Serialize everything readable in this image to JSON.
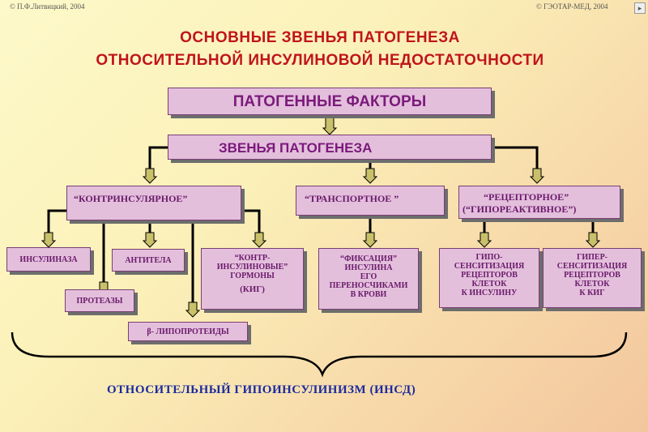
{
  "header": {
    "copyright_left": "© П.Ф.Литвицкий, 2004",
    "copyright_right": "© ГЭОТАР-МЕД, 2004"
  },
  "title": {
    "line1": "ОСНОВНЫЕ ЗВЕНЬЯ ПАТОГЕНЕЗА",
    "line2": "ОТНОСИТЕЛЬНОЙ   ИНСУЛИНОВОЙ НЕДОСТАТОЧНОСТИ"
  },
  "nodes": {
    "pathogenic_factors": "ПАТОГЕННЫЕ  ФАКТОРЫ",
    "pathogenesis_links": "ЗВЕНЬЯ  ПАТОГЕНЕЗА",
    "contrinsular": "“КОНТРИНСУЛЯРНОЕ”",
    "transport": "“ТРАНСПОРТНОЕ    ”",
    "receptor_line1": "“РЕЦЕПТОРНОЕ”",
    "receptor_line2": "(“ГИПОРЕАКТИВНОЕ”)",
    "insulinase": "ИНСУЛИНАЗА",
    "proteases": "ПРОТЕАЗЫ",
    "antibodies": "АНТИТЕЛА",
    "beta_lipoproteins": "β- ЛИПОПРОТЕИДЫ",
    "contr_hormones_line1": "“КОНТР-",
    "contr_hormones_line2": "ИНСУЛИНОВЫЕ”",
    "contr_hormones_line3": "ГОРМОНЫ",
    "contr_hormones_line4": "(КИГ)",
    "fixation_line1": "“ФИКСАЦИЯ”",
    "fixation_line2": "ИНСУЛИНА",
    "fixation_line3": "ЕГО",
    "fixation_line4": "ПЕРЕНОСЧИКАМИ",
    "fixation_line5": "В КРОВИ",
    "hypo_line1": "ГИПО-",
    "hypo_line2": "СЕНСИТИЗАЦИЯ",
    "hypo_line3": "РЕЦЕПТОРОВ",
    "hypo_line4": "КЛЕТОК",
    "hypo_line5": "К ИНСУЛИНУ",
    "hyper_line1": "ГИПЕР-",
    "hyper_line2": "СЕНСИТИЗАЦИЯ",
    "hyper_line3": "РЕЦЕПТОРОВ",
    "hyper_line4": "КЛЕТОК",
    "hyper_line5": "К  КИГ"
  },
  "result": "ОТНОСИТЕЛЬНЫЙ   ГИПОИНСУЛИНИЗМ  (ИНСД)",
  "colors": {
    "title": "#c0141c",
    "box_fill": "#e3bfdc",
    "box_text": "#6a1a6a",
    "lines": "#000000",
    "arrow_fill": "#c9c06a",
    "result_text": "#1a2aa0"
  }
}
